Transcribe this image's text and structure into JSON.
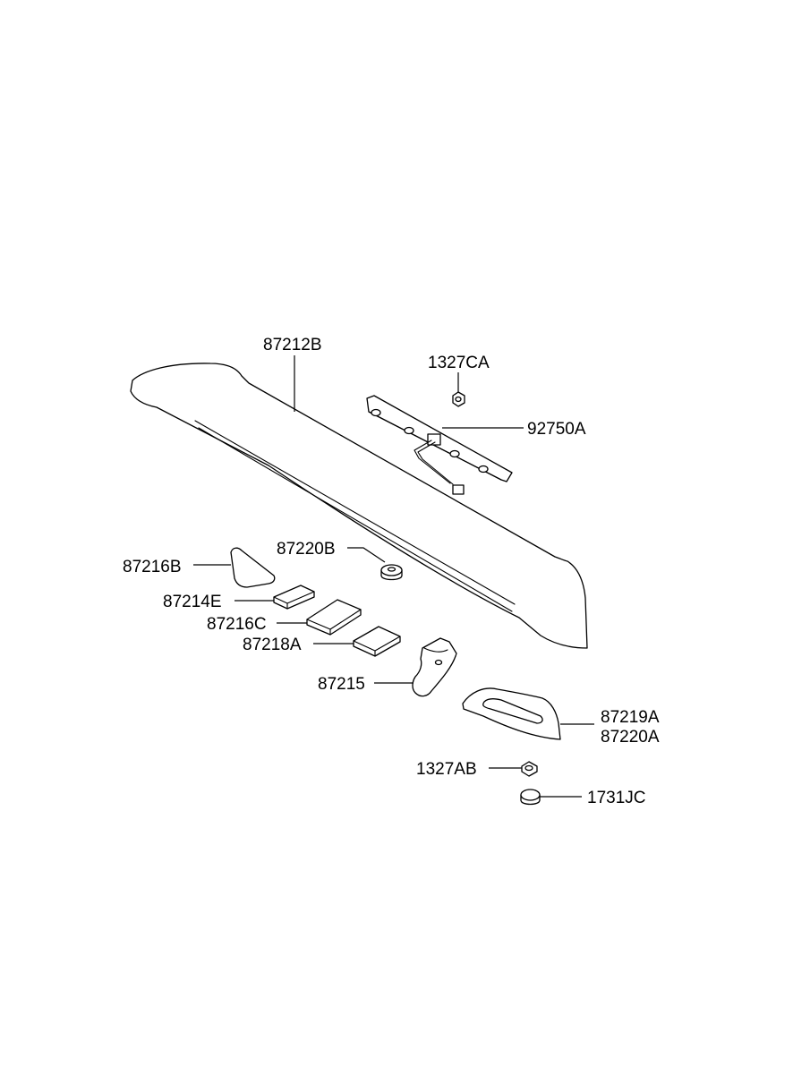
{
  "diagram": {
    "labels": {
      "p87212B": "87212B",
      "p1327CA": "1327CA",
      "p92750A": "92750A",
      "p87220B": "87220B",
      "p87216B": "87216B",
      "p87214E": "87214E",
      "p87216C": "87216C",
      "p87218A": "87218A",
      "p87215": "87215",
      "p87219A": "87219A",
      "p87220A": "87220A",
      "p1327AB": "1327AB",
      "p1731JC": "1731JC"
    }
  }
}
